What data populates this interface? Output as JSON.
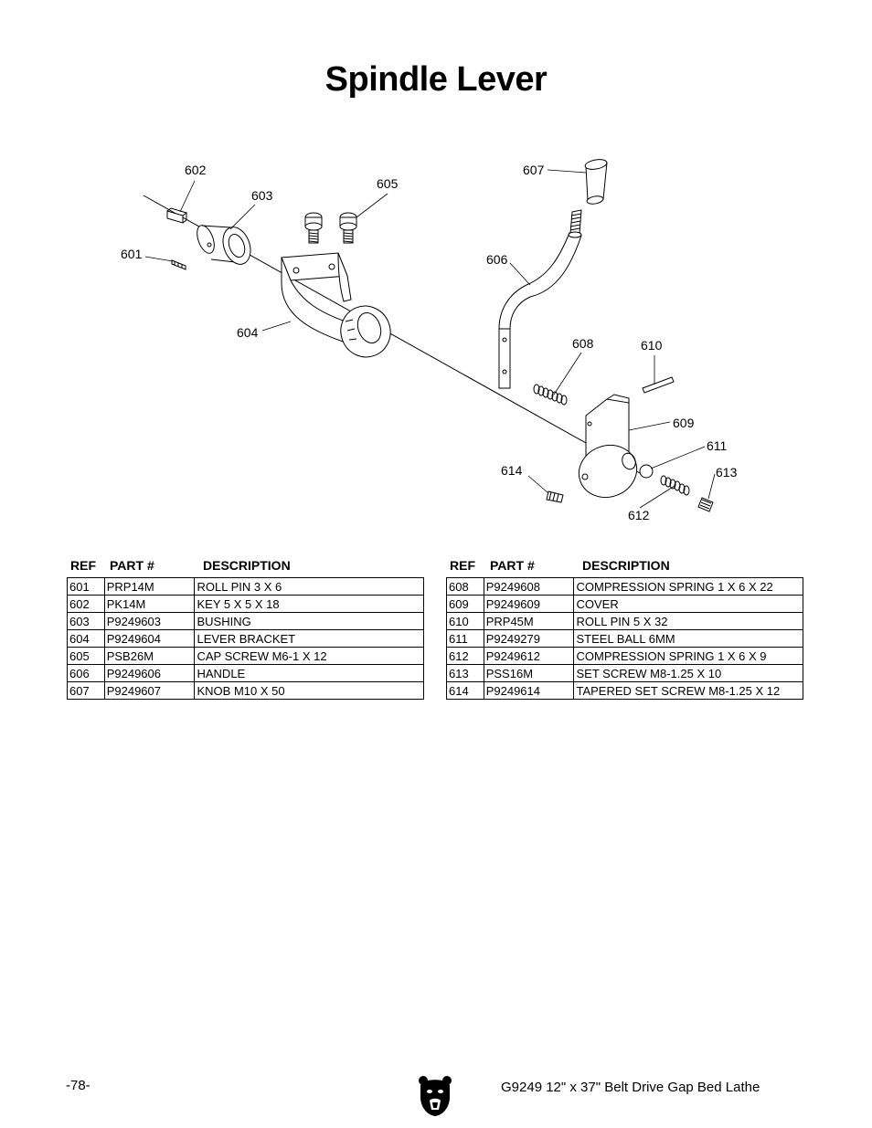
{
  "page": {
    "title": "Spindle Lever",
    "page_number": "-78-",
    "model": "G9249  12\" x 37\" Belt Drive Gap Bed Lathe"
  },
  "diagram": {
    "callouts": [
      "602",
      "603",
      "605",
      "601",
      "604",
      "607",
      "606",
      "608",
      "610",
      "609",
      "611",
      "614",
      "613",
      "612"
    ]
  },
  "table_headers": {
    "ref": "REF",
    "part": "PART #",
    "desc": "DESCRIPTION"
  },
  "parts_left": [
    {
      "ref": "601",
      "part": "PRP14M",
      "desc": "ROLL PIN 3 X 6"
    },
    {
      "ref": "602",
      "part": "PK14M",
      "desc": "KEY 5 X 5 X 18"
    },
    {
      "ref": "603",
      "part": "P9249603",
      "desc": "BUSHING"
    },
    {
      "ref": "604",
      "part": "P9249604",
      "desc": "LEVER BRACKET"
    },
    {
      "ref": "605",
      "part": "PSB26M",
      "desc": "CAP SCREW M6-1 X 12"
    },
    {
      "ref": "606",
      "part": "P9249606",
      "desc": "HANDLE"
    },
    {
      "ref": "607",
      "part": "P9249607",
      "desc": "KNOB M10 X 50"
    }
  ],
  "parts_right": [
    {
      "ref": "608",
      "part": "P9249608",
      "desc": "COMPRESSION SPRING 1 X 6 X 22"
    },
    {
      "ref": "609",
      "part": "P9249609",
      "desc": "COVER"
    },
    {
      "ref": "610",
      "part": "PRP45M",
      "desc": "ROLL PIN 5 X 32"
    },
    {
      "ref": "611",
      "part": "P9249279",
      "desc": "STEEL BALL 6MM"
    },
    {
      "ref": "612",
      "part": "P9249612",
      "desc": "COMPRESSION SPRING 1 X 6 X 9"
    },
    {
      "ref": "613",
      "part": "PSS16M",
      "desc": "SET SCREW M8-1.25 X 10"
    },
    {
      "ref": "614",
      "part": "P9249614",
      "desc": "TAPERED SET SCREW M8-1.25 X 12"
    }
  ]
}
